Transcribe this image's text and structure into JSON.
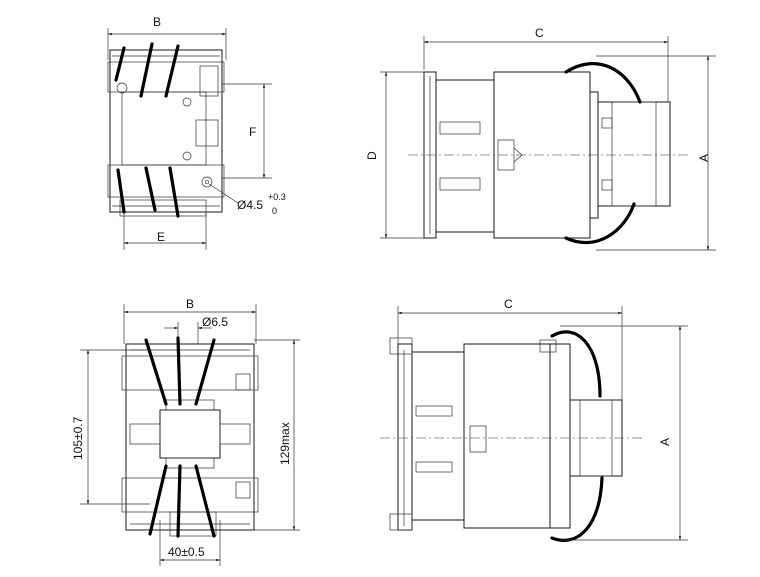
{
  "views": {
    "top_left": {
      "dim_b": "B",
      "dim_f": "F",
      "dim_e": "E",
      "hole": "Ø4.5",
      "tol_upper": "+0.3",
      "tol_lower": "0"
    },
    "top_right": {
      "dim_c": "C",
      "dim_d": "D",
      "dim_a": "A"
    },
    "bottom_left": {
      "dim_b": "B",
      "dim_hole": "Ø6.5",
      "dim_height": "105±0.7",
      "dim_max": "129max",
      "dim_width": "40±0.5"
    },
    "bottom_right": {
      "dim_c": "C",
      "dim_a": "A"
    }
  }
}
